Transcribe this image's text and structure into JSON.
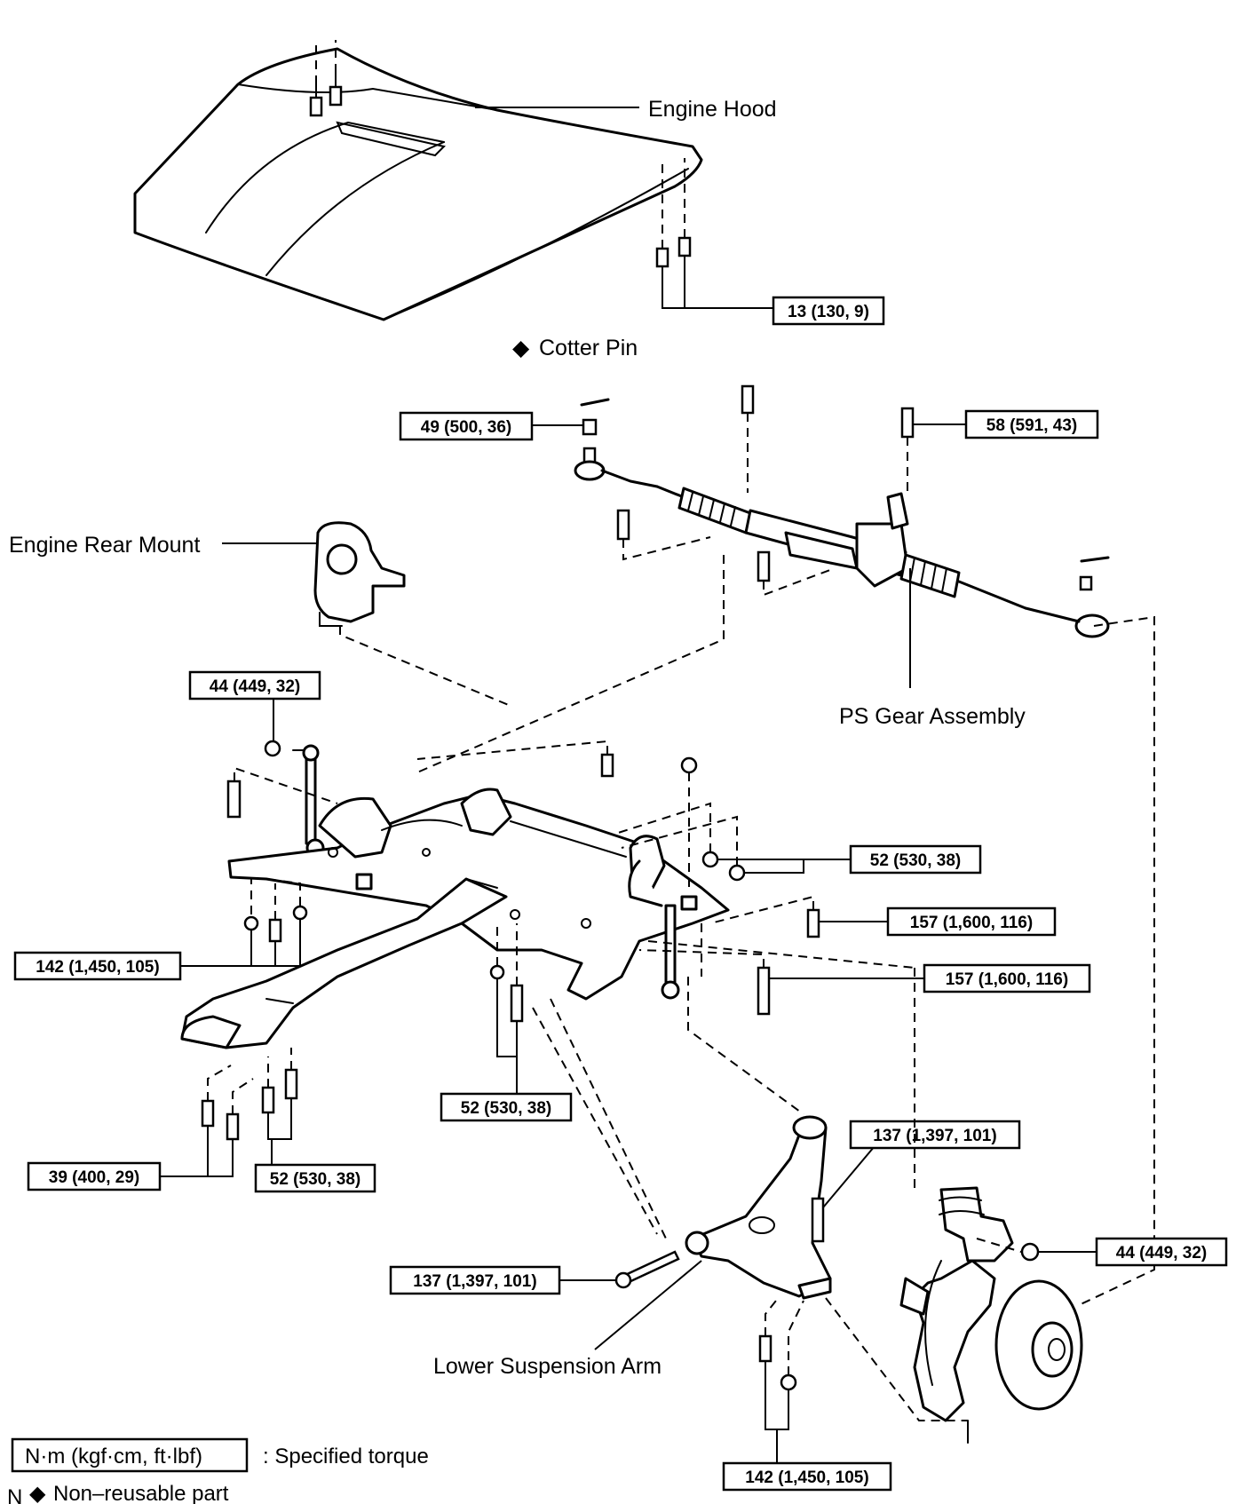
{
  "labels": {
    "engine_hood": "Engine Hood",
    "cotter_pin": "Cotter Pin",
    "engine_rear_mount": "Engine Rear Mount",
    "ps_gear_assembly": "PS Gear Assembly",
    "lower_suspension_arm": "Lower Suspension Arm"
  },
  "torque": {
    "hood_hinge": "13 (130, 9)",
    "tie_rod_nut": "49 (500, 36)",
    "gear_bolt": "58 (591, 43)",
    "stabilizer_link": "44 (449, 32)",
    "crossmember_nut_a": "52 (530, 38)",
    "crossmember_bolt_a": "157 (1,600, 116)",
    "crossmember_bolt_b": "157 (1,600, 116)",
    "crossmember_front": "142 (1,450, 105)",
    "crossmember_center": "52 (530, 38)",
    "crossmember_lower": "52 (530, 38)",
    "front_lower_bolt": "39 (400, 29)",
    "arm_bolt_rear": "137 (1,397, 101)",
    "arm_bolt_front": "137 (1,397, 101)",
    "knuckle_nut": "44 (449, 32)",
    "arm_ball_joint": "142 (1,450, 105)"
  },
  "legend": {
    "torque_unit": "N·m (kgf·cm, ft·lbf)",
    "torque_desc": ": Specified torque",
    "non_reusable": "Non–reusable part",
    "corner_mark": "N"
  },
  "symbols": {
    "non_reusable": "◆"
  }
}
